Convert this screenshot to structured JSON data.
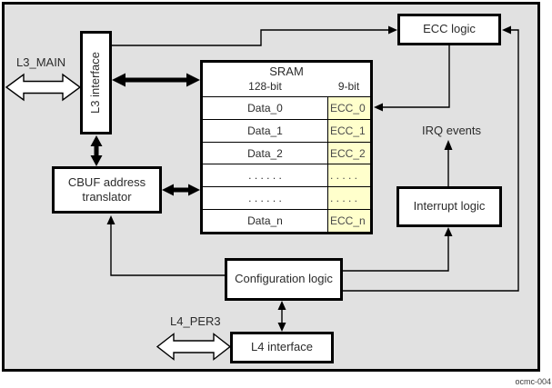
{
  "diagram": {
    "watermark": "ocmc-004",
    "colors": {
      "background": "#e1e1e1",
      "box_fill": "#ffffff",
      "ecc_highlight": "#ffffcc",
      "line": "#000000"
    }
  },
  "boxes": {
    "l3_interface": {
      "label": "L3 interface"
    },
    "ecc_logic": {
      "label": "ECC logic"
    },
    "cbuf_translator": {
      "label_line1": "CBUF address",
      "label_line2": "translator"
    },
    "interrupt_logic": {
      "label": "Interrupt logic"
    },
    "configuration_logic": {
      "label": "Configuration logic"
    },
    "l4_interface": {
      "label": "L4 interface"
    }
  },
  "buses": {
    "l3_main": {
      "label": "L3_MAIN"
    },
    "l4_per3": {
      "label": "L4_PER3"
    }
  },
  "signals": {
    "irq_events": {
      "label": "IRQ events"
    }
  },
  "sram": {
    "title": "SRAM",
    "col_headers": {
      "data": "128-bit",
      "ecc": "9-bit"
    },
    "rows": [
      {
        "data": "Data_0",
        "ecc": "ECC_0"
      },
      {
        "data": "Data_1",
        "ecc": "ECC_1"
      },
      {
        "data": "Data_2",
        "ecc": "ECC_2"
      },
      {
        "data": ". . . . . .",
        "ecc": ". . . . ."
      },
      {
        "data": ". . . . . .",
        "ecc": ". . . . ."
      },
      {
        "data": "Data_n",
        "ecc": "ECC_n"
      }
    ]
  }
}
